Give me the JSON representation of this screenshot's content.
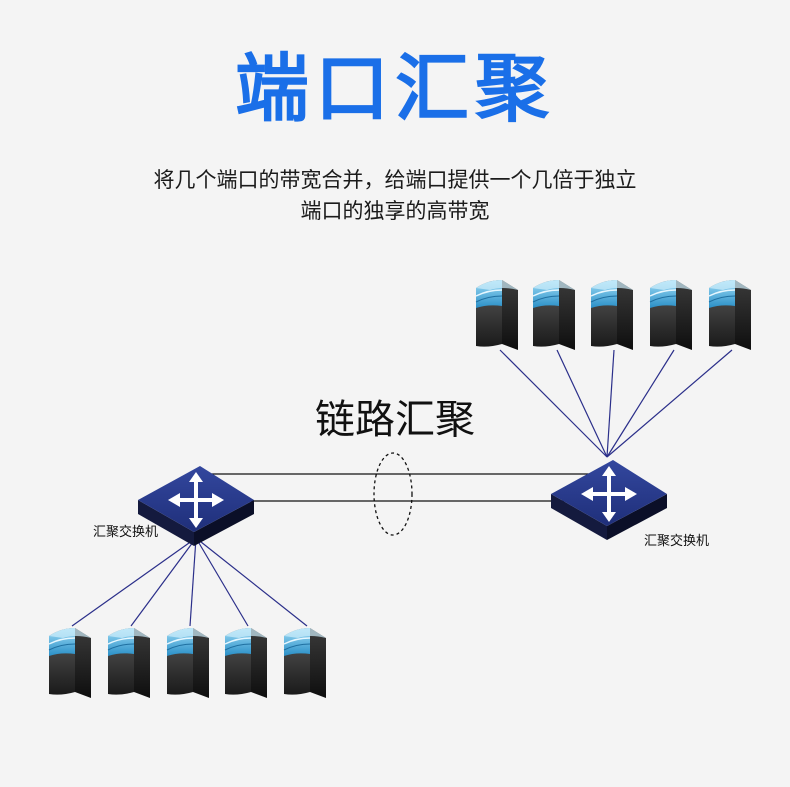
{
  "title": "端口汇聚",
  "description": {
    "line1": "将几个端口的带宽合并，给端口提供一个几倍于独立",
    "line2": "端口的独享的高带宽"
  },
  "link_label": "链路汇聚",
  "switches": {
    "left_label": "汇聚交换机",
    "right_label": "汇聚交换机"
  },
  "colors": {
    "title": "#1a6fe8",
    "switch_body": "#2b3a8f",
    "wire": "#2b2f8a",
    "server_body": "#2e2e2e",
    "server_face": "#6fc7ec"
  },
  "server_groups": {
    "top_count": 5,
    "bottom_count": 5
  }
}
